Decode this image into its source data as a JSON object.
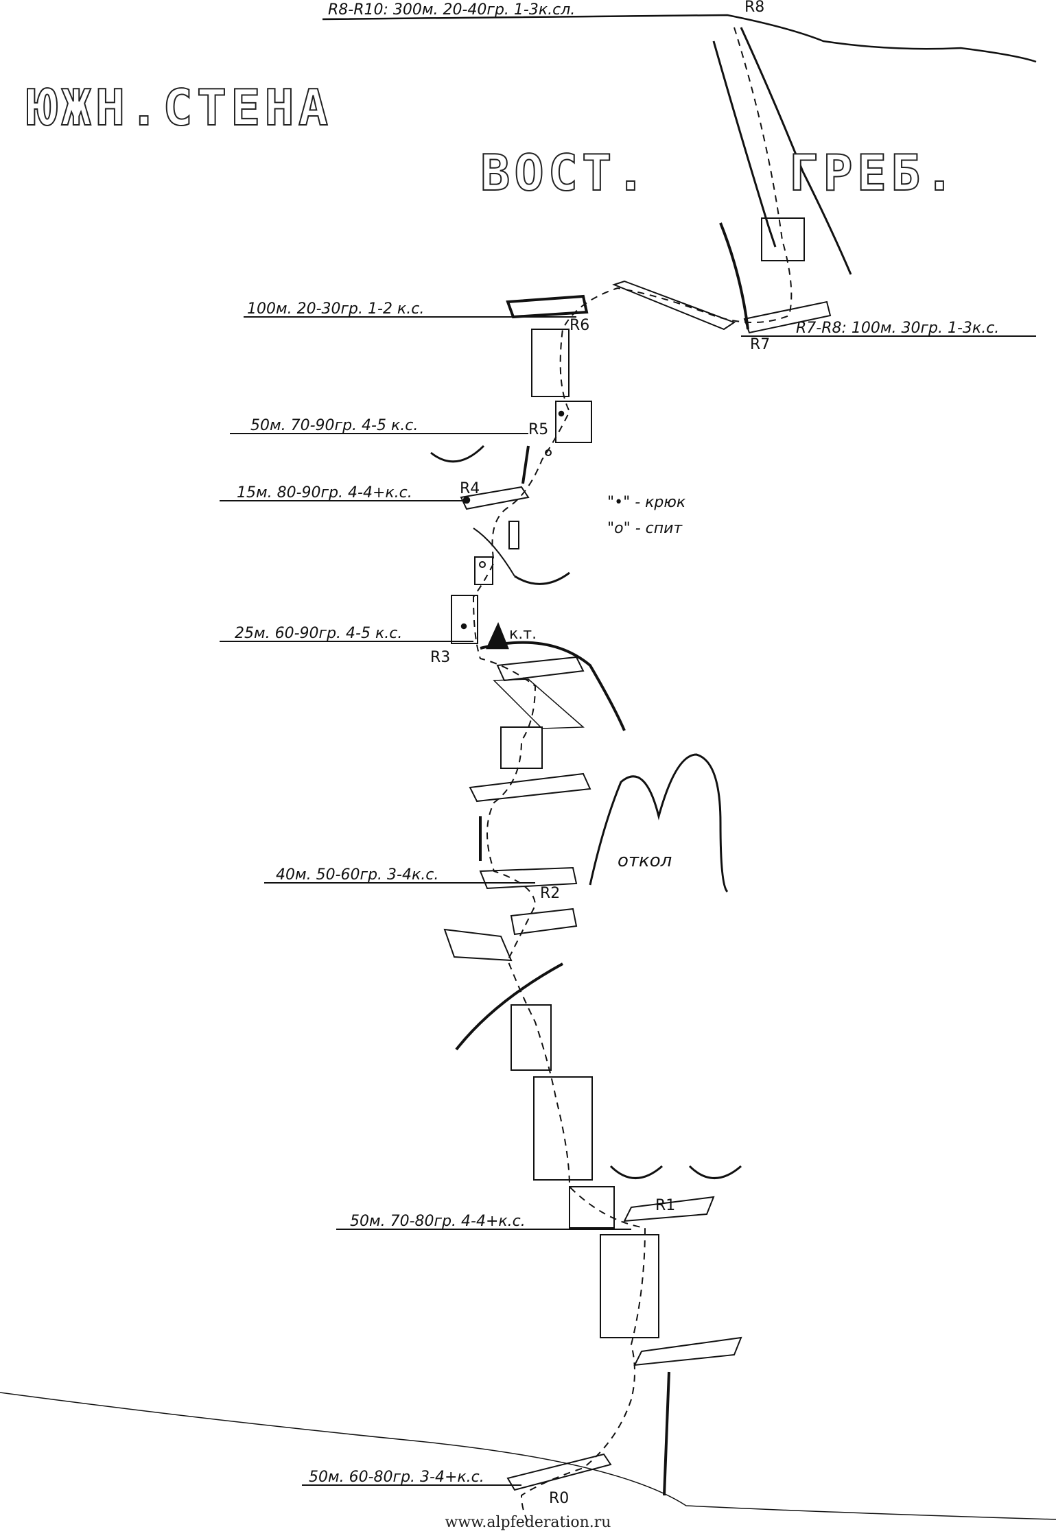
{
  "title": {
    "line1": "ЮЖН.СТЕНА",
    "line2": "ВОСТ.",
    "line3": "ГРЕБ."
  },
  "pitches": [
    {
      "id": "r8_r10",
      "text": "R8-R10: 300м. 20-40гр. 1-3к.сл."
    },
    {
      "id": "r7_r8",
      "text": "R7-R8: 100м. 30гр. 1-3к.с."
    },
    {
      "id": "r6",
      "text": "100м. 20-30гр. 1-2 к.с."
    },
    {
      "id": "r5",
      "text": "50м. 70-90гр. 4-5 к.с."
    },
    {
      "id": "r4",
      "text": "15м. 80-90гр. 4-4+к.с."
    },
    {
      "id": "r3",
      "text": "25м. 60-90гр. 4-5 к.с."
    },
    {
      "id": "r2",
      "text": "40м. 50-60гр. 3-4к.с."
    },
    {
      "id": "r1",
      "text": "50м. 70-80гр. 4-4+к.с."
    },
    {
      "id": "r0",
      "text": "50м. 60-80гр. 3-4+к.с."
    }
  ],
  "belays": {
    "r8": "R8",
    "r7": "R7",
    "r6": "R6",
    "r5": "R5",
    "r4": "R4",
    "r3": "R3",
    "r2": "R2",
    "r1": "R1",
    "r0": "R0"
  },
  "legend": {
    "piton": "\"•\" - крюк",
    "bolt": "\"o\" - спит"
  },
  "control_point": "к.т.",
  "flake": "откол",
  "footer": "www.alpfederation.ru",
  "colors": {
    "ink": "#111111",
    "paper": "#ffffff"
  }
}
